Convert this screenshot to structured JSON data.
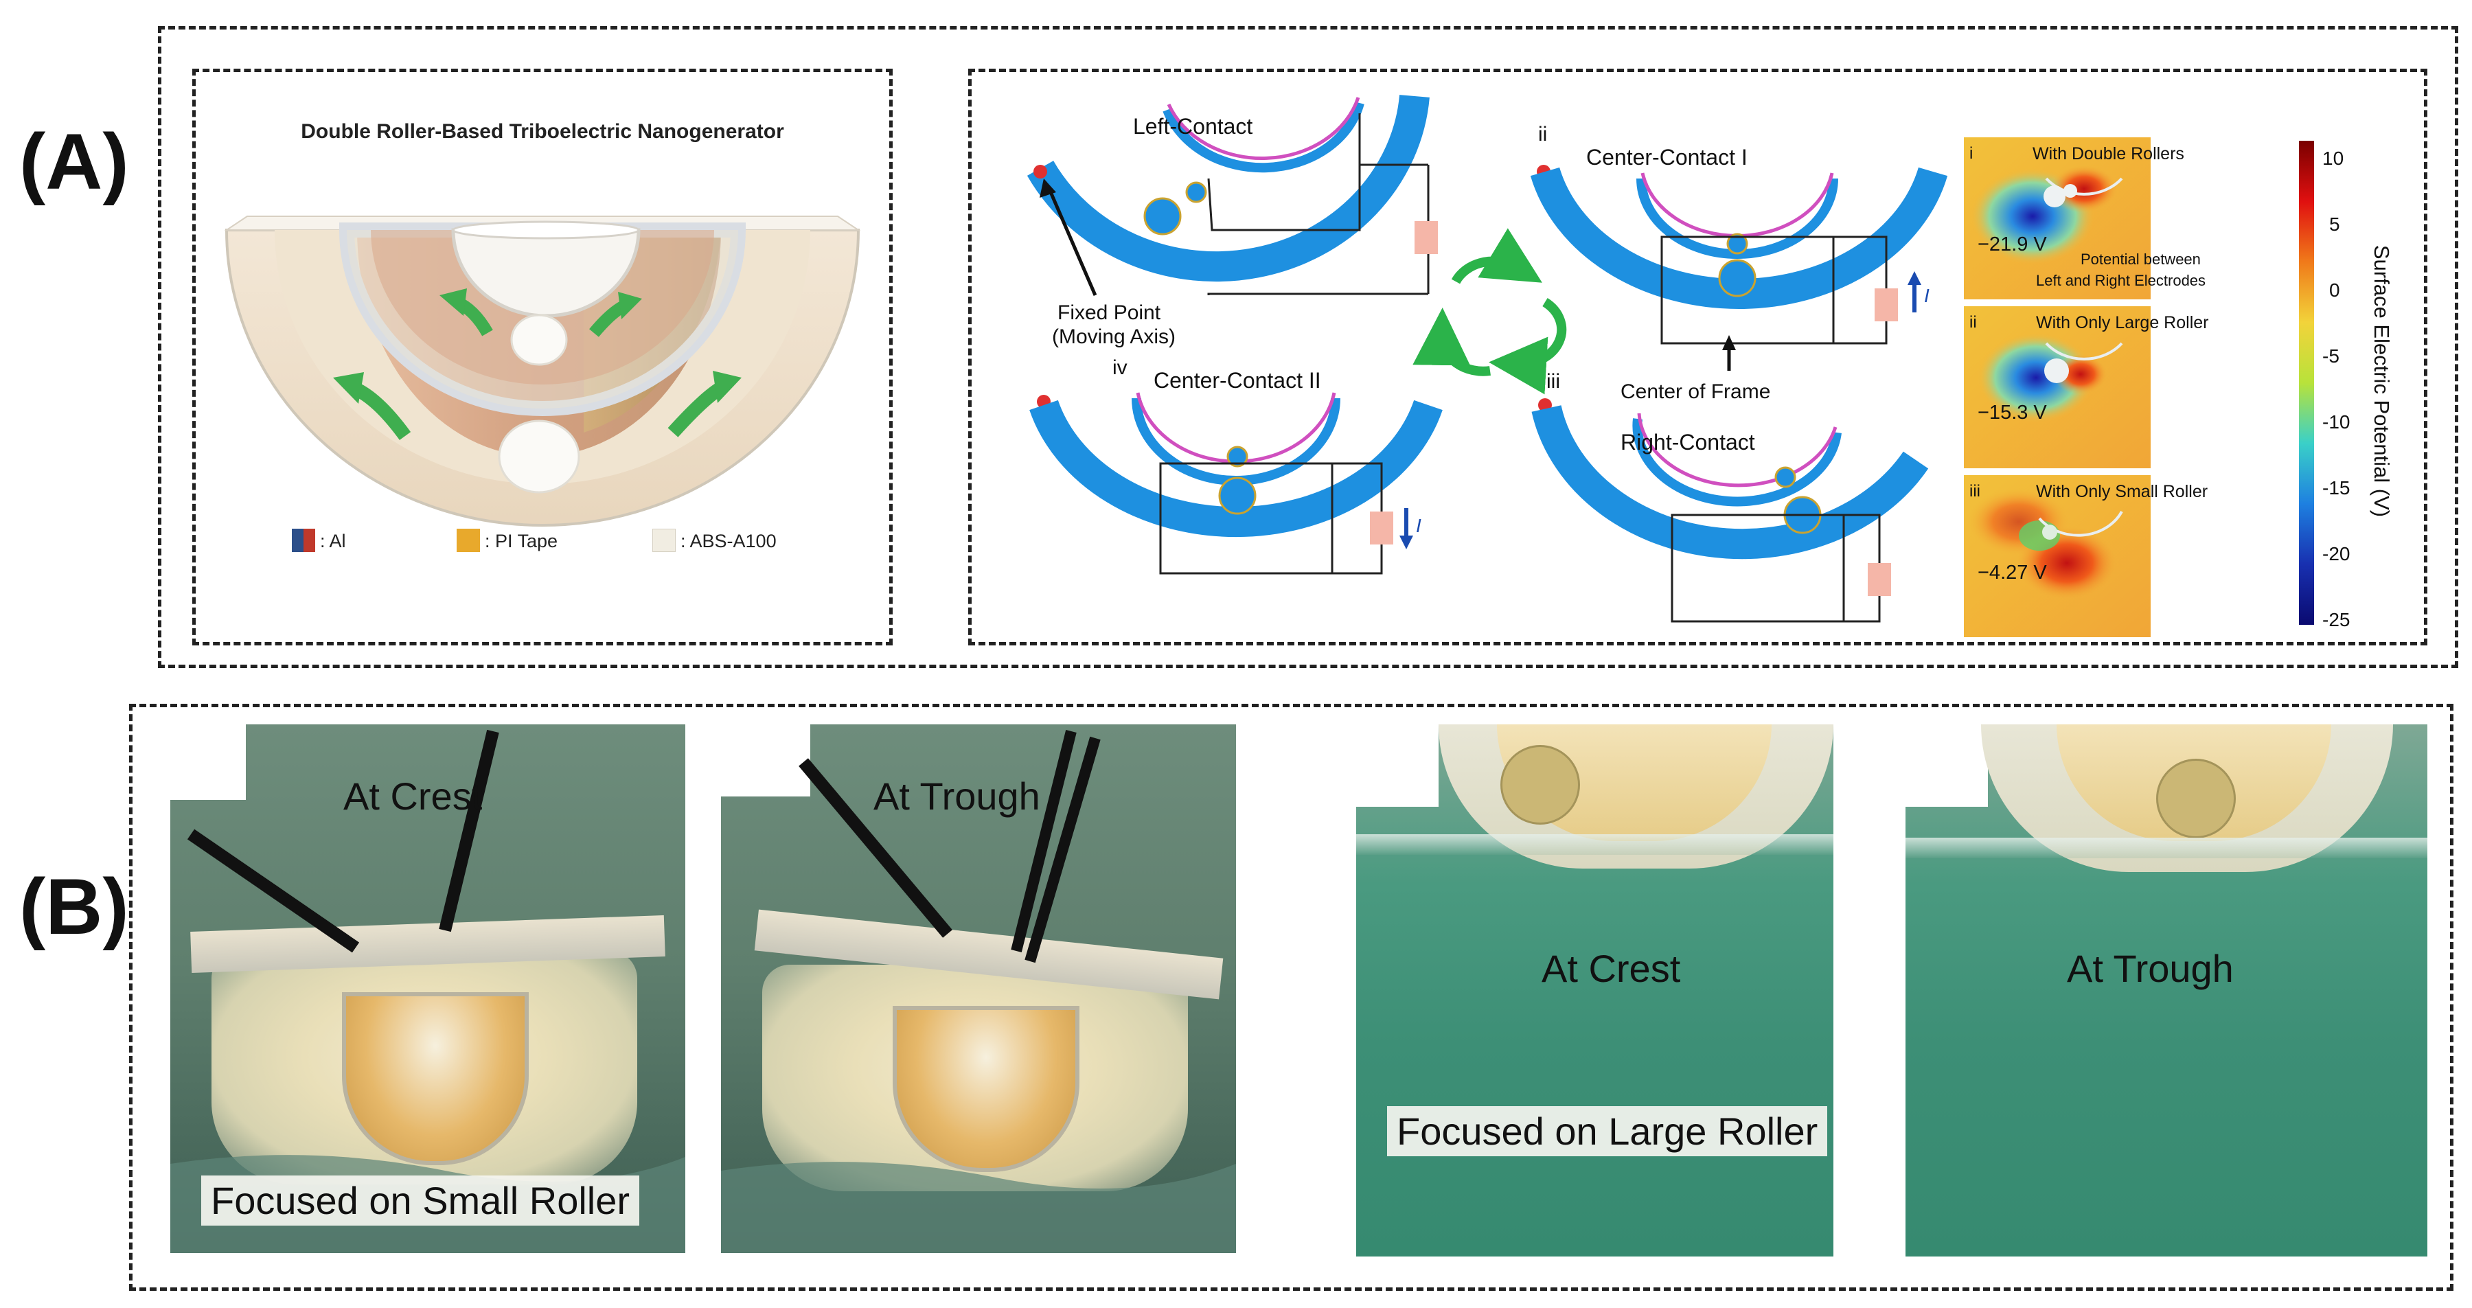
{
  "panels": {
    "a_label": "(A)",
    "b_label": "(B)"
  },
  "device": {
    "title": "Double Roller-Based Triboelectric Nanogenerator",
    "legend": [
      {
        "label": ": Al",
        "color": "#2c4f8a"
      },
      {
        "label": ": PI Tape",
        "color": "#e8a92c"
      },
      {
        "label": ": ABS-A100",
        "color": "#f1ede2"
      }
    ]
  },
  "cycle": {
    "states": [
      {
        "numeral": "",
        "label": "Left-Contact"
      },
      {
        "numeral": "ii",
        "label": "Center-Contact I"
      },
      {
        "numeral": "iii",
        "label": "Right-Contact"
      },
      {
        "numeral": "iv",
        "label": "Center-Contact II"
      }
    ],
    "fixed_point": "Fixed Point",
    "moving_axis": "(Moving Axis)",
    "center_of_frame": "Center of Frame",
    "current_symbol": "I",
    "colors": {
      "frame": "#1e90e0",
      "electrode": "#d04fbf",
      "arrow": "#2bb34a",
      "load": "#f5b6a8"
    }
  },
  "simulation": {
    "panels": [
      {
        "numeral": "i",
        "title": "With Double Rollers",
        "value": "−21.9 V",
        "note_line1": "Potential between",
        "note_line2": "Left and Right Electrodes"
      },
      {
        "numeral": "ii",
        "title": "With Only Large Roller",
        "value": "−15.3 V"
      },
      {
        "numeral": "iii",
        "title": "With Only Small Roller",
        "value": "−4.27 V"
      }
    ],
    "colorbar": {
      "label": "Surface Electric Potential (V)",
      "ticks": [
        "10",
        "5",
        "0",
        "-5",
        "-10",
        "-15",
        "-20",
        "-25"
      ]
    }
  },
  "photos": [
    {
      "label": "At Crest"
    },
    {
      "label": "At Trough"
    },
    {
      "label": "At Crest"
    },
    {
      "label": "At Trough"
    }
  ],
  "focus_labels": {
    "small": "Focused on Small Roller",
    "large": "Focused on Large Roller"
  }
}
